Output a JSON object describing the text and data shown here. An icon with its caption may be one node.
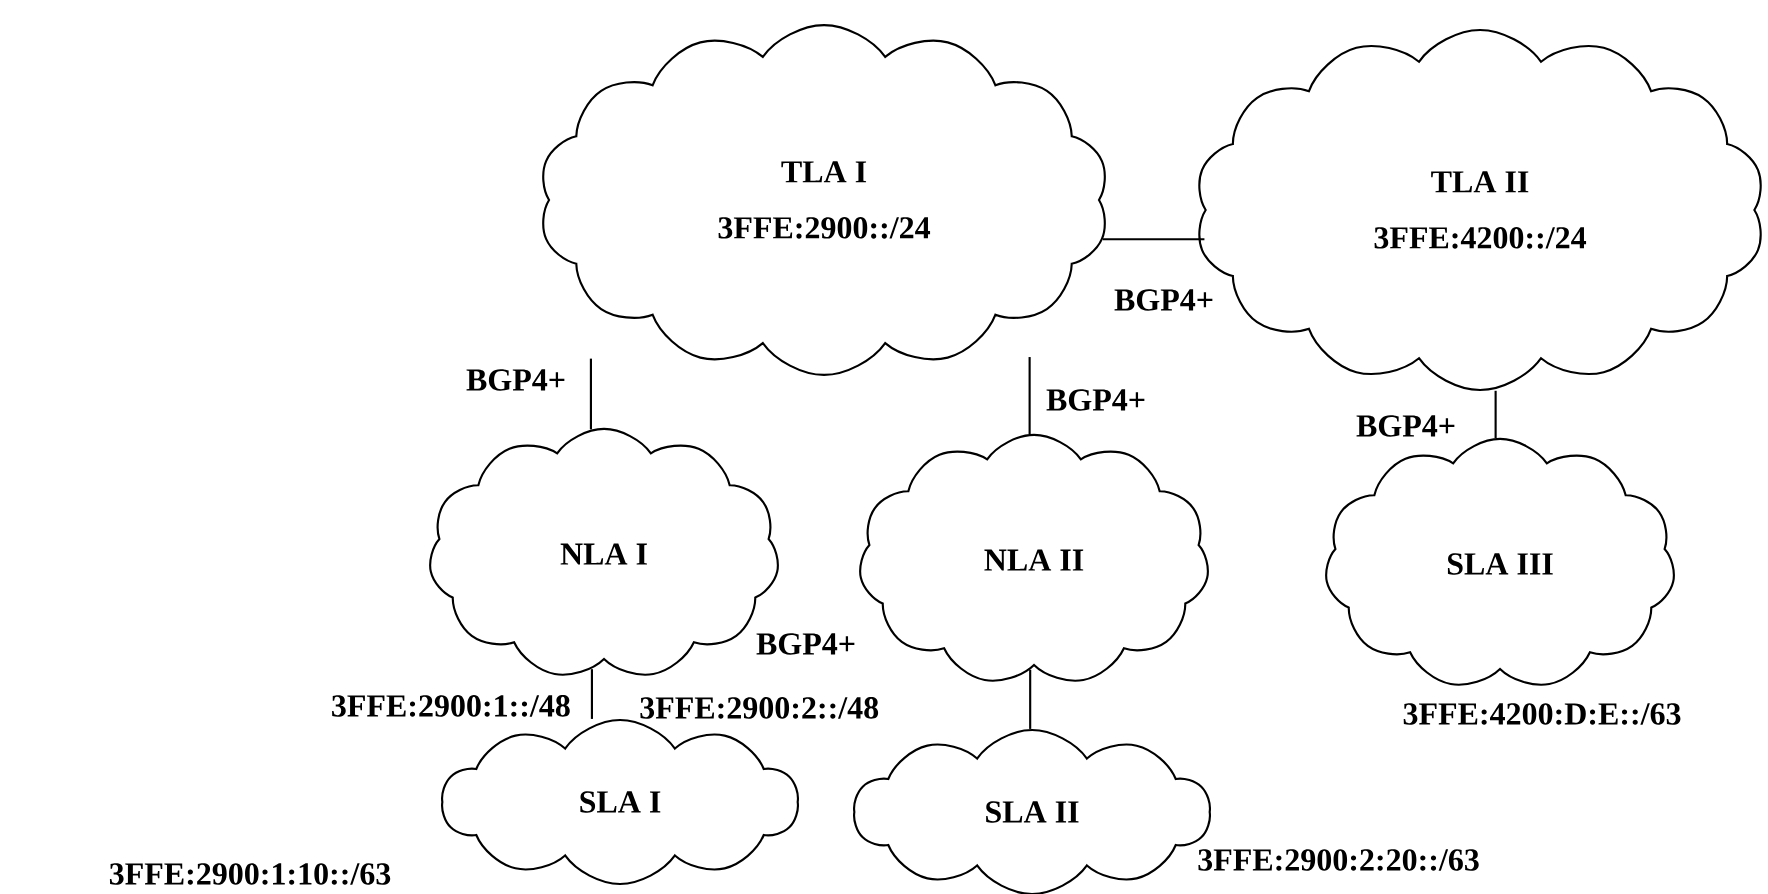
{
  "diagram": {
    "nodes": [
      {
        "text": [
          "TLA I",
          "3FFE:2900::/24"
        ]
      },
      {
        "text": [
          "TLA II",
          "3FFE:4200::/24"
        ]
      },
      {
        "text": [
          "NLA I"
        ],
        "beside": [
          "3FFE:2900:1::/48"
        ]
      },
      {
        "text": [
          "NLA II"
        ],
        "beside": [
          "3FFE:2900:2::/48"
        ]
      },
      {
        "text": [
          "SLA III"
        ],
        "beside": [
          "3FFE:4200:D:E::/63"
        ]
      },
      {
        "text": [
          "SLA I"
        ],
        "beside": [
          "3FFE:2900:1:10::/63"
        ]
      },
      {
        "text": [
          "SLA II"
        ],
        "beside": [
          "3FFE:2900:2:20::/63"
        ]
      }
    ],
    "edges": [
      {
        "from": 0,
        "to": 1,
        "arrow": "none",
        "label": "BGP4+"
      },
      {
        "from": 0,
        "to": 2,
        "arrow": "none",
        "label": "BGP4+"
      },
      {
        "from": 0,
        "to": 3,
        "arrow": "none",
        "label": "BGP4+"
      },
      {
        "from": 1,
        "to": 4,
        "arrow": "none",
        "label": "BGP4+"
      },
      {
        "from": 2,
        "to": 5,
        "arrow": "none"
      },
      {
        "from": 3,
        "to": 6,
        "arrow": "none"
      }
    ],
    "labels": [
      "BGP4+"
    ]
  }
}
